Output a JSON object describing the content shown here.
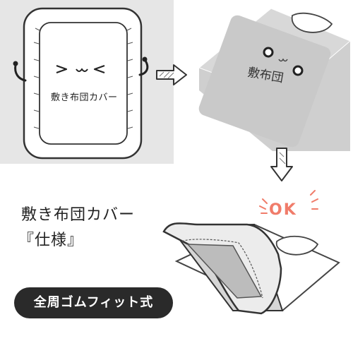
{
  "panel1": {
    "face": ">ᴗ<",
    "label": "敷き布団カバー"
  },
  "panel2": {
    "label": "敷布団"
  },
  "panel3": {
    "title": "敷き布団カバー",
    "spec": "『仕様』",
    "badge": "全周ゴムフィット式",
    "ok": "OK"
  },
  "colors": {
    "panel_bg": "#e6e6e6",
    "badge_bg": "#2a2a2a",
    "ok_color": "#f07c6a",
    "sheet_gray": "#c8c8c8"
  }
}
